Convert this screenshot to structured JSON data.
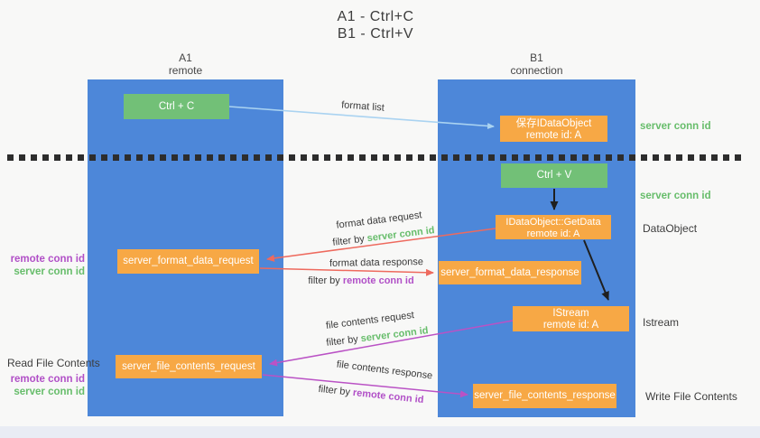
{
  "title": {
    "line1": "A1 - Ctrl+C",
    "line2": "B1 - Ctrl+V"
  },
  "lanes": {
    "left": {
      "name": "A1",
      "subtitle": "remote"
    },
    "right": {
      "name": "B1",
      "subtitle": "connection"
    }
  },
  "nodes": {
    "ctrl_c": "Ctrl + C",
    "ctrl_v": "Ctrl + V",
    "save_dataobject": {
      "line1": "保存IDataObject",
      "line2": "remote id: A"
    },
    "getdata": {
      "line1": "IDataObject::GetData",
      "line2": "remote id: A"
    },
    "istream": {
      "line1": "IStream",
      "line2": "remote id: A"
    },
    "format_request": "server_format_data_request",
    "format_response": "server_format_data_response",
    "file_request": "server_file_contents_request",
    "file_response": "server_file_contents_response"
  },
  "margin_labels": {
    "server_conn_id_top": "server conn id",
    "server_conn_id_mid": "server conn id",
    "dataobject": "DataObject",
    "istream": "Istream",
    "write_file_contents": "Write File Contents",
    "read_file_contents": "Read File Contents",
    "remote_conn_id": "remote conn id",
    "server_conn_id": "server conn id"
  },
  "edges": {
    "format_list": "format list",
    "format_data_request": "format data request",
    "format_data_response": "format data response",
    "file_contents_request": "file contents request",
    "file_contents_response": "file contents response",
    "filter_prefix": "filter by ",
    "server_conn_id": "server conn id",
    "remote_conn_id": "remote conn id"
  },
  "colors": {
    "lane_blue": "#4d87d9",
    "box_green": "#72c077",
    "box_orange": "#f7a845",
    "arrow_light_blue": "#aad3f1",
    "arrow_red": "#ee6a5e",
    "arrow_magenta": "#ba52c5",
    "arrow_black": "#1f1f1f",
    "text_green": "#67bd6b",
    "text_purple": "#b150c7",
    "background": "#f8f8f7"
  }
}
